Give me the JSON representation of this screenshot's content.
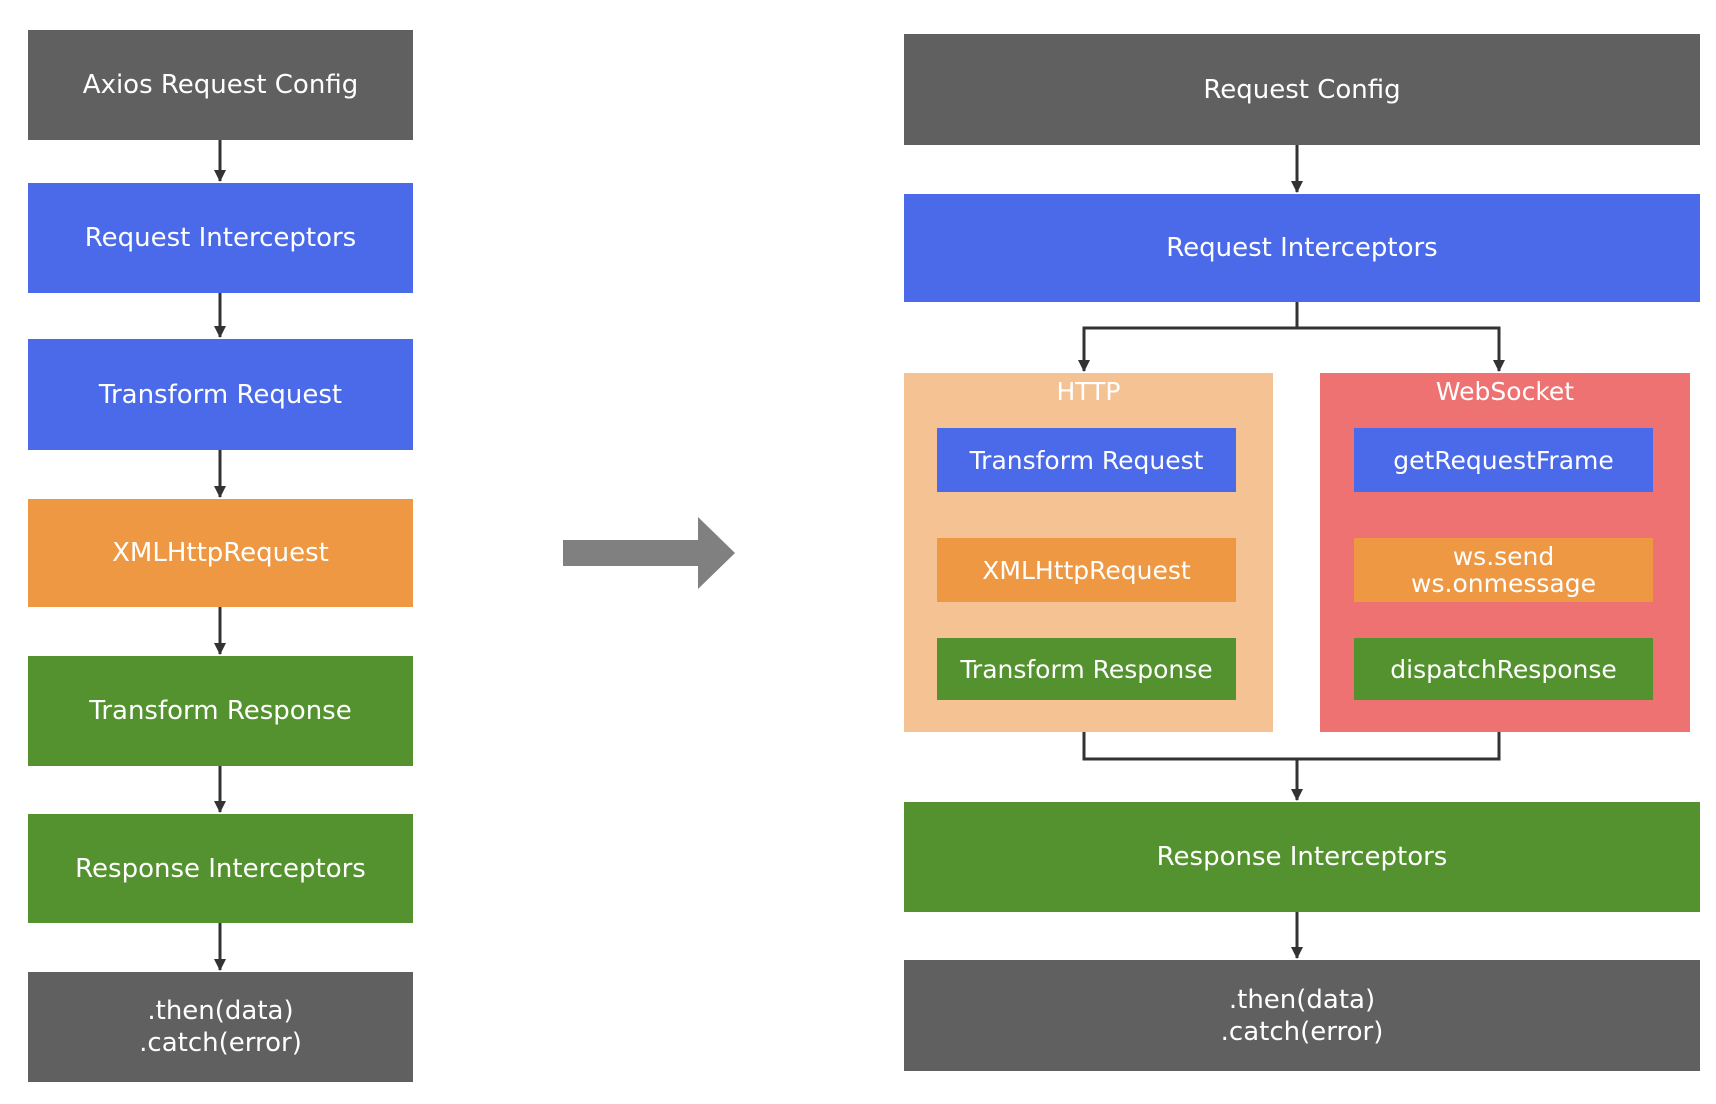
{
  "colors": {
    "config": "#606060",
    "interceptor": "#4a6ae9",
    "transport": "#ee9844",
    "response": "#54922f",
    "http_group": "#f4c293",
    "websocket_group": "#ee7272",
    "connector": "#333333",
    "big_arrow": "#808080"
  },
  "left": {
    "steps": [
      {
        "lines": [
          "Axios Request Config"
        ]
      },
      {
        "lines": [
          "Request Interceptors"
        ]
      },
      {
        "lines": [
          "Transform Request"
        ]
      },
      {
        "lines": [
          "XMLHttpRequest"
        ]
      },
      {
        "lines": [
          "Transform Response"
        ]
      },
      {
        "lines": [
          "Response Interceptors"
        ]
      },
      {
        "lines": [
          ".then(data)",
          ".catch(error)"
        ]
      }
    ]
  },
  "transition_arrow": {
    "icon": "right-arrow-icon"
  },
  "right": {
    "config": {
      "lines": [
        "Request Config"
      ]
    },
    "interceptors": {
      "lines": [
        "Request Interceptors"
      ]
    },
    "http": {
      "title": "HTTP",
      "steps": [
        {
          "lines": [
            "Transform Request"
          ]
        },
        {
          "lines": [
            "XMLHttpRequest"
          ]
        },
        {
          "lines": [
            "Transform Response"
          ]
        }
      ]
    },
    "websocket": {
      "title": "WebSocket",
      "steps": [
        {
          "lines": [
            "getRequestFrame"
          ]
        },
        {
          "lines": [
            "ws.send",
            "ws.onmessage"
          ]
        },
        {
          "lines": [
            "dispatchResponse"
          ]
        }
      ]
    },
    "response_interceptors": {
      "lines": [
        "Response Interceptors"
      ]
    },
    "result": {
      "lines": [
        ".then(data)",
        ".catch(error)"
      ]
    }
  }
}
